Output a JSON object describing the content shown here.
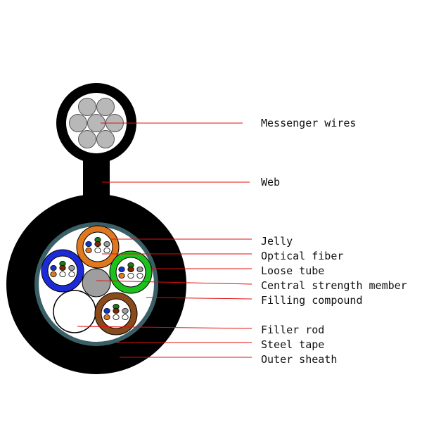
{
  "diagram": {
    "colors": {
      "sheath": "#000000",
      "steel_tape": "#3a5f66",
      "core_fill": "#ffffff",
      "messenger_wire": "#b8b8b8",
      "central_member": "#9e9e9e",
      "leader_line": "#e01010",
      "tube_orange": "#e07820",
      "tube_blue": "#1d2bd6",
      "tube_green": "#1cc11c",
      "tube_brown": "#8a4a1a"
    },
    "fiber_colors": [
      "#1133cc",
      "#e07820",
      "#1a7a1a",
      "#7a2a00",
      "#9e9e9e",
      "#ffffff"
    ],
    "labels": {
      "messenger": "Messenger wires",
      "web": "Web",
      "jelly": "Jelly",
      "fiber": "Optical fiber",
      "loose_tube": "Loose tube",
      "central": "Central strength member",
      "filling": "Filling compound",
      "filler": "Filler rod",
      "steel": "Steel tape",
      "sheath": "Outer sheath"
    }
  }
}
